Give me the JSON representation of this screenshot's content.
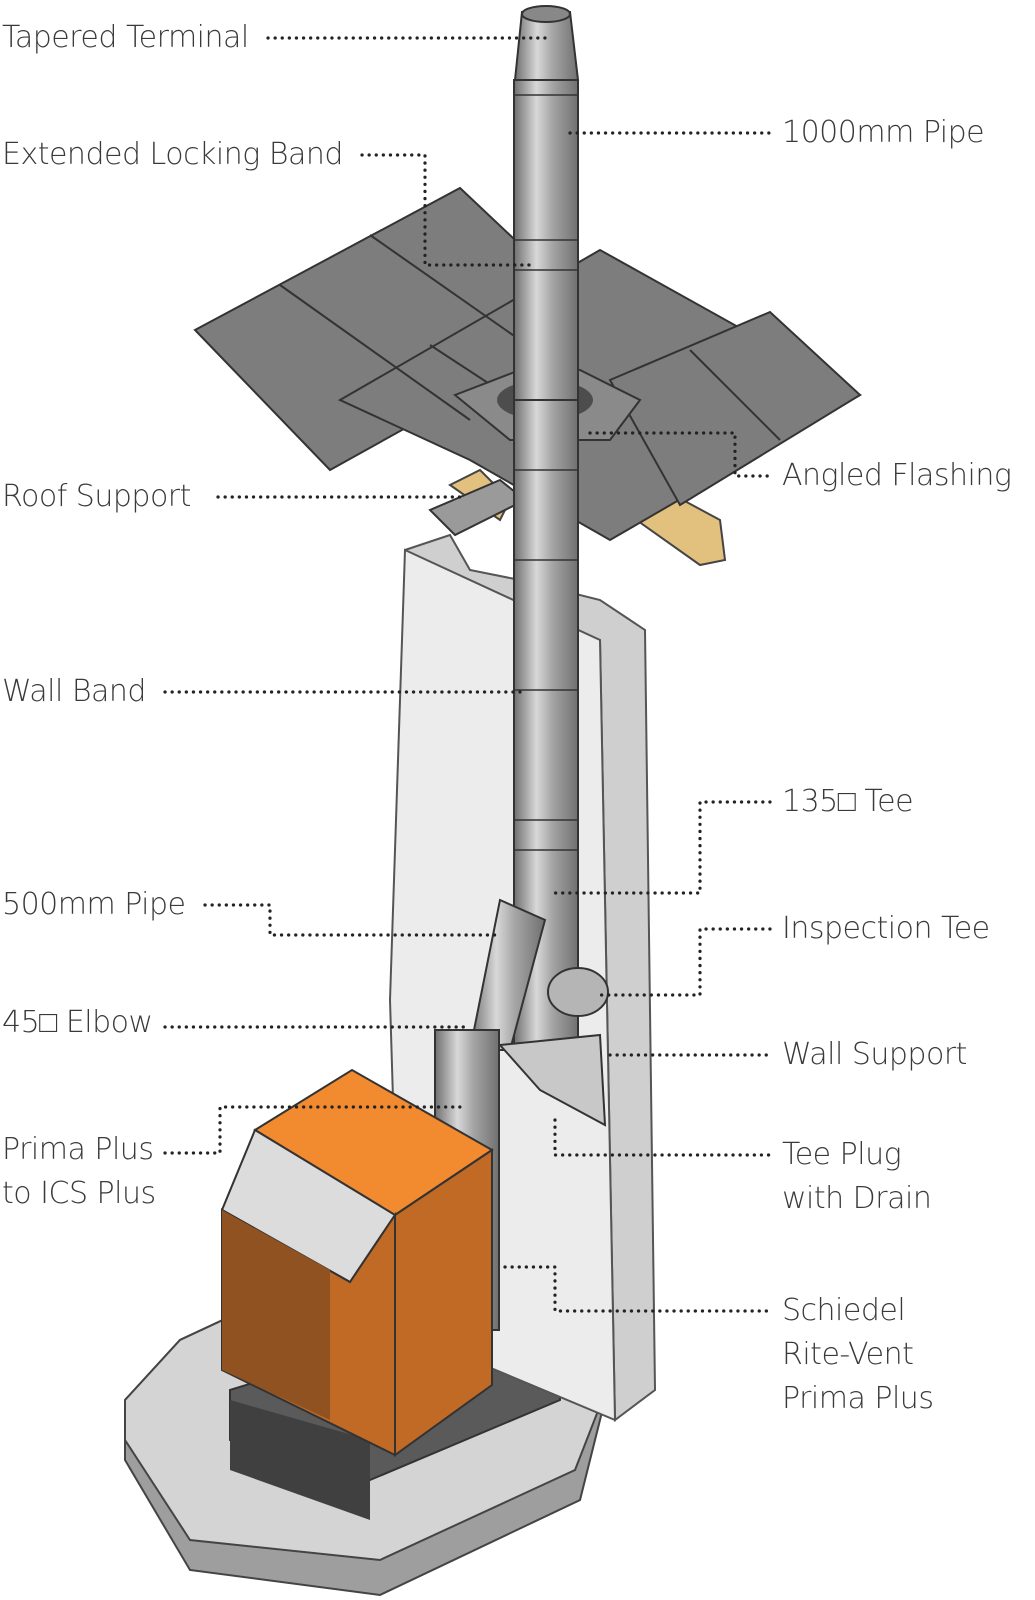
{
  "labels": {
    "tapered_terminal": "Tapered Terminal",
    "extended_locking_band": "Extended Locking Band",
    "pipe_1000": "1000mm Pipe",
    "angled_flashing": "Angled Flashing",
    "roof_support": "Roof Support",
    "wall_band": "Wall Band",
    "tee_135": "135□ Tee",
    "pipe_500": "500mm Pipe",
    "inspection_tee": "Inspection Tee",
    "elbow_45": "45□ Elbow",
    "wall_support": "Wall Support",
    "prima_plus_ics": [
      "Prima Plus",
      "to ICS Plus"
    ],
    "tee_plug": [
      "Tee Plug",
      "with Drain"
    ],
    "schiedel": [
      "Schiedel",
      "Rite-Vent",
      "Prima Plus"
    ]
  },
  "colors": {
    "roof_tile": "#7d7d7d",
    "pipe": "#a8a8a8",
    "wall": "#e6e6e6",
    "timber": "#e2c07e",
    "appliance_top": "#f28a30",
    "appliance_front": "#c06a25",
    "appliance_side": "#8f5220"
  }
}
